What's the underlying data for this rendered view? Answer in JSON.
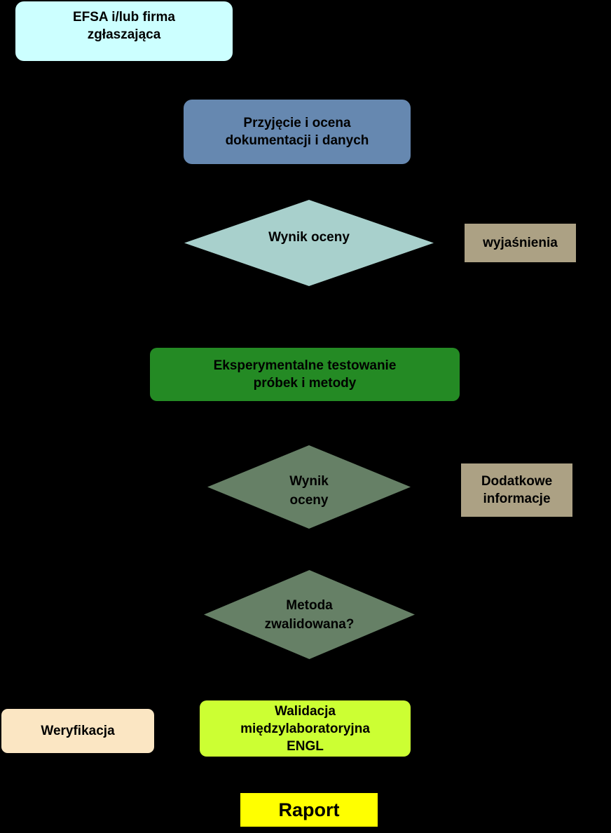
{
  "nodes": {
    "efsa": {
      "label": "EFSA i/lub firma\nzgłaszająca",
      "color": "#ccffff"
    },
    "przyjecie": {
      "label": "Przyjęcie i ocena\ndokumentacji i danych",
      "color": "#6688b0"
    },
    "wynik1": {
      "label": "Wynik oceny",
      "color": "#a8d0cc"
    },
    "wyjasnienia": {
      "label": "wyjaśnienia",
      "color": "#aca184"
    },
    "eksper": {
      "label": "Eksperymentalne testowanie\npróbek i metody",
      "color": "#248a24"
    },
    "wynik2": {
      "label": "Wynik\noceny",
      "color": "#668066"
    },
    "dodatkowe": {
      "label": "Dodatkowe\ninformacje",
      "color": "#aca184"
    },
    "metoda": {
      "label": "Metoda\nzwalidowana?",
      "color": "#668066"
    },
    "walidacja": {
      "label": "Walidacja\nmiędzylaboratoryjna\nENGL",
      "color": "#ccff33"
    },
    "weryfikacja": {
      "label": "Weryfikacja",
      "color": "#fbe6c3"
    },
    "raport": {
      "label": "Raport",
      "color": "#ffff00"
    }
  }
}
